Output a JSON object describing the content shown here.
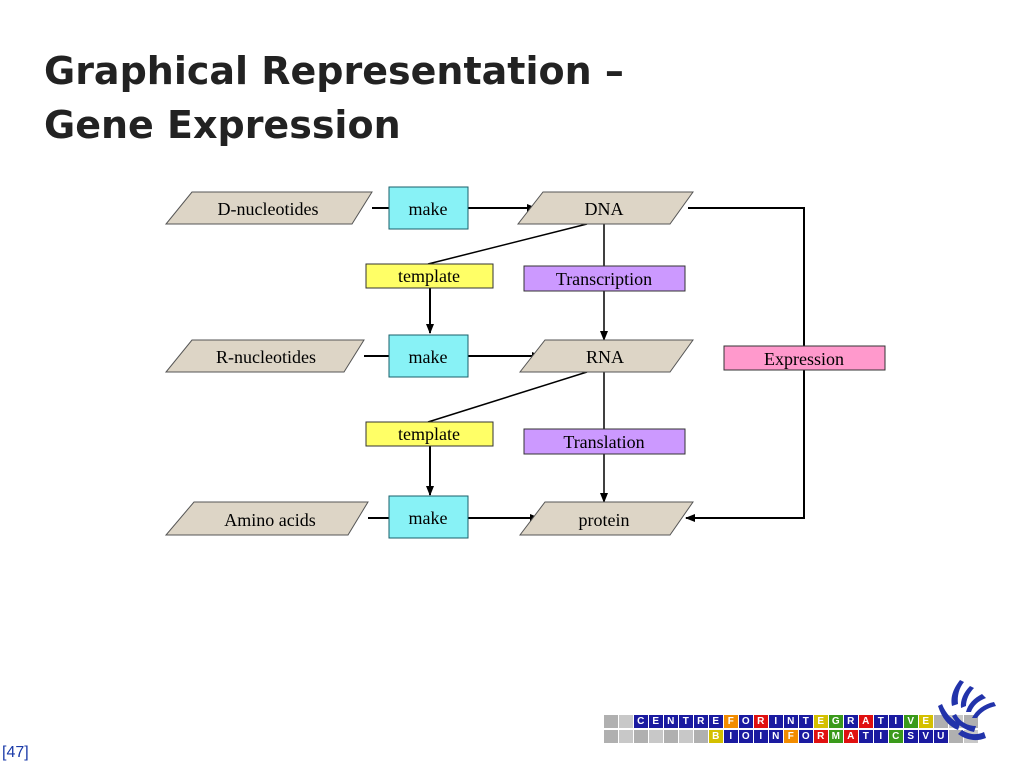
{
  "title": {
    "line1": "Graphical Representation –",
    "line2": "Gene Expression"
  },
  "diagram": {
    "inputs": [
      "D-nucleotides",
      "R-nucleotides",
      "Amino acids"
    ],
    "make_label": "make",
    "template_label": "template",
    "products": [
      "DNA",
      "RNA",
      "protein"
    ],
    "processes": [
      "Transcription",
      "Translation"
    ],
    "expression_label": "Expression",
    "colors": {
      "parallelogram": "#ddd5c6",
      "make_box": "#88f2f6",
      "template_box": "#ffff66",
      "process_box": "#cc99ff",
      "expression_box": "#ff99cc"
    }
  },
  "footer": {
    "page_number": "47",
    "logo_row1": [
      "C",
      "E",
      "N",
      "T",
      "R",
      "E",
      "F",
      "O",
      "R",
      "I",
      "N",
      "T",
      "E",
      "G",
      "R",
      "A",
      "T",
      "I",
      "V",
      "E"
    ],
    "logo_row2": [
      "B",
      "I",
      "O",
      "I",
      "N",
      "F",
      "O",
      "R",
      "M",
      "A",
      "T",
      "I",
      "C",
      "S",
      "V",
      "U"
    ]
  }
}
